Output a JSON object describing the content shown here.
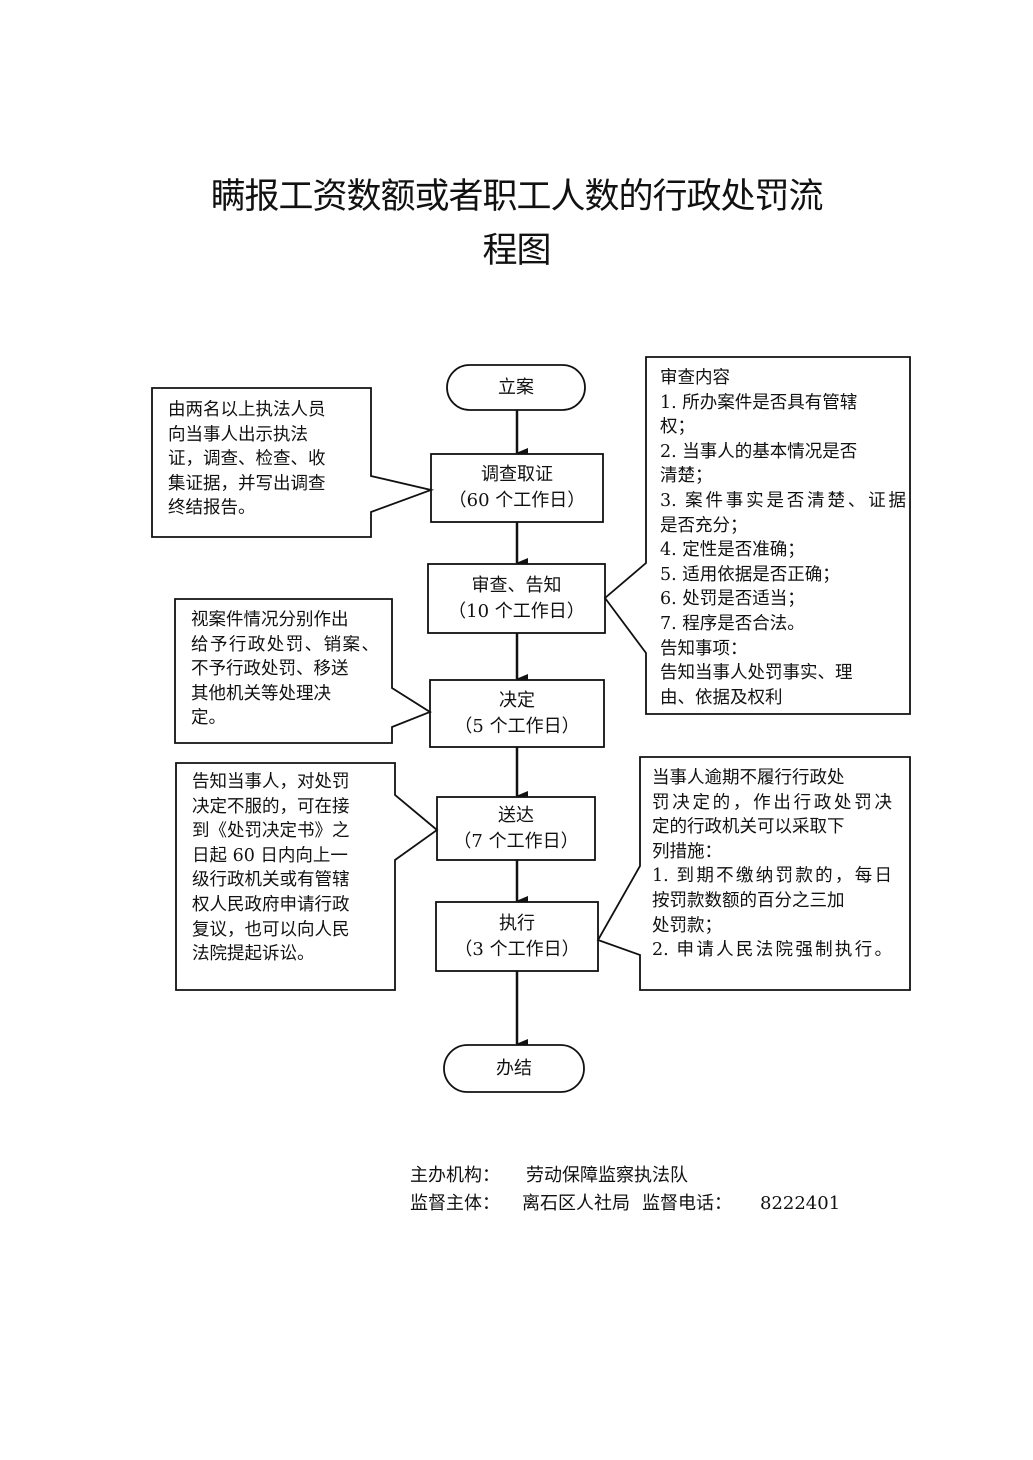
{
  "title": {
    "line1": "瞒报工资数额或者职工人数的行政处罚流",
    "line2": "程图"
  },
  "flow": {
    "start": "立案",
    "steps": [
      {
        "name": "调查取证",
        "duration": "（60 个工作日）"
      },
      {
        "name": "审查、告知",
        "duration": "（10 个工作日）"
      },
      {
        "name": "决定",
        "duration": "（5 个工作日）"
      },
      {
        "name": "送达",
        "duration": "（7 个工作日）"
      },
      {
        "name": "执行",
        "duration": "（3 个工作日）"
      }
    ],
    "end": "办结"
  },
  "notes": {
    "investigate": [
      "由两名以上执法人员",
      "向当事人出示执法",
      "证，调查、检查、收",
      "集证据，并写出调查",
      "终结报告。"
    ],
    "review": [
      "审查内容",
      "1. 所办案件是否具有管辖",
      "权；",
      "2. 当事人的基本情况是否",
      "清楚；",
      "3. 案件事实是否清楚、证据",
      "是否充分；",
      "4. 定性是否准确；",
      "5. 适用依据是否正确；",
      "6. 处罚是否适当；",
      "7. 程序是否合法。",
      "告知事项：",
      "告知当事人处罚事实、理",
      "由、依据及权利"
    ],
    "decide": [
      "视案件情况分别作出",
      "给予行政处罚、销案、",
      "不予行政处罚、移送",
      "其他机关等处理决",
      "定。"
    ],
    "deliver": [
      "告知当事人，对处罚",
      "决定不服的，可在接",
      "到《处罚决定书》之",
      "日起 60 日内向上一",
      "级行政机关或有管辖",
      "权人民政府申请行政",
      "复议，也可以向人民",
      "法院提起诉讼。"
    ],
    "execute": [
      "当事人逾期不履行行政处",
      "罚决定的，作出行政处罚决",
      "定的行政机关可以采取下",
      "列措施：",
      "1. 到期不缴纳罚款的，每日",
      "按罚款数额的百分之三加",
      "处罚款；",
      "2. 申请人民法院强制执行。"
    ]
  },
  "footer": {
    "organizer_label": "主办机构：",
    "organizer": "劳动保障监察执法队",
    "supervisor_label": "监督主体：",
    "supervisor": "离石区人社局",
    "phone_label": "监督电话：",
    "phone": "8222401"
  }
}
